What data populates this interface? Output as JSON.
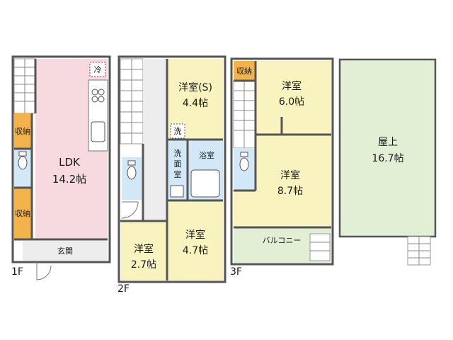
{
  "floors": {
    "f1": {
      "label": "1F",
      "rooms": {
        "ldk": {
          "name": "LDK",
          "area": "14.2帖"
        },
        "storage_top": {
          "name": "収納"
        },
        "storage_bottom": {
          "name": "収納"
        },
        "entrance": {
          "name": "玄関"
        },
        "fridge": {
          "name": "冷"
        }
      }
    },
    "f2": {
      "label": "2F",
      "rooms": {
        "western_s": {
          "name": "洋室(S)",
          "area": "4.4帖"
        },
        "bath": {
          "name": "浴室"
        },
        "washroom": {
          "name": "洗面室",
          "chars": [
            "洗",
            "面",
            "室"
          ]
        },
        "washer": {
          "name": "洗"
        },
        "western_47": {
          "name": "洋室",
          "area": "4.7帖"
        },
        "western_27": {
          "name": "洋室",
          "area": "2.7帖"
        }
      }
    },
    "f3": {
      "label": "3F",
      "rooms": {
        "storage": {
          "name": "収納"
        },
        "western_60": {
          "name": "洋室",
          "area": "6.0帖"
        },
        "western_87": {
          "name": "洋室",
          "area": "8.7帖"
        },
        "balcony": {
          "name": "バルコニー"
        }
      }
    },
    "roof": {
      "rooms": {
        "rooftop": {
          "name": "屋上",
          "area": "16.7帖"
        }
      }
    }
  },
  "colors": {
    "ldk": "#f7d9e0",
    "bedroom": "#f8f3bf",
    "wet": "#d2e8f6",
    "storage": "#f3b24a",
    "outdoor": "#e3efd5",
    "entrance": "#ededed",
    "wall": "#555555"
  }
}
